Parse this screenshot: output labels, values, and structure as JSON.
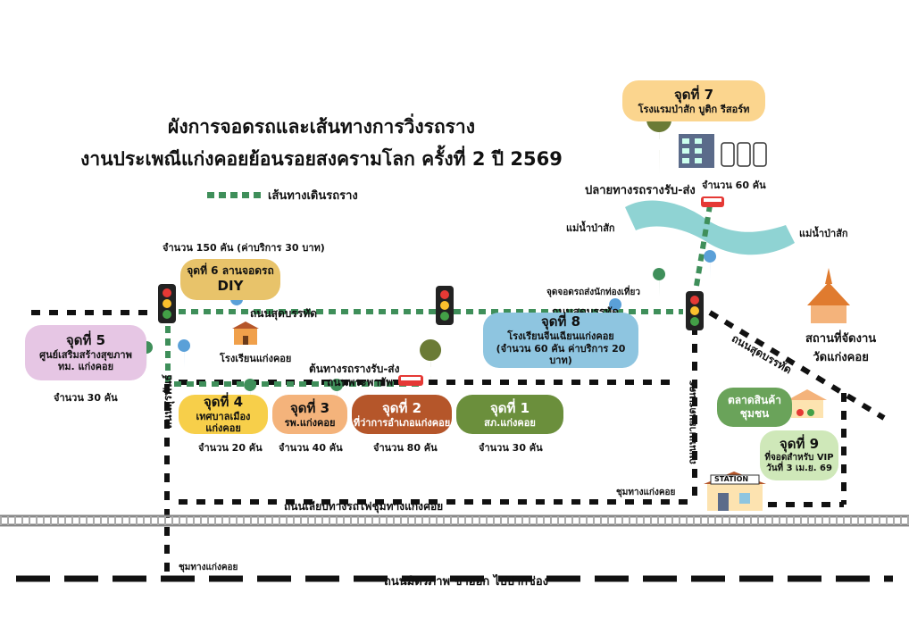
{
  "title_line1": "ผังการจอดรถและเส้นทางการวิ่งรถราง",
  "title_line2": "งานประเพณีแก่งคอยย้อนรอยสงครามโลก ครั้งที่ 2 ปี 2569",
  "legend_label": "เส้นทางเดินรถราง",
  "colors": {
    "route": "#3f8f5a",
    "road": "#111111",
    "pin": "#3f8f5a",
    "river": "#8fd3d3",
    "rail": "#888888"
  },
  "points": [
    {
      "id": "p1",
      "title": "จุดที่ 1",
      "sub": "สภ.แก่งคอย",
      "count": "จำนวน 30 คัน",
      "color": "#6b8f3c"
    },
    {
      "id": "p2",
      "title": "จุดที่ 2",
      "sub": "ที่ว่าการอำเภอแก่งคอย",
      "count": "จำนวน 80 คัน",
      "color": "#b5562a"
    },
    {
      "id": "p3",
      "title": "จุดที่ 3",
      "sub": "รพ.แก่งคอย",
      "count": "จำนวน 40 คัน",
      "color": "#f4b37b"
    },
    {
      "id": "p4",
      "title": "จุดที่ 4",
      "sub": "เทศบาลเมืองแก่งคอย",
      "count": "จำนวน 20 คัน",
      "color": "#f7cf4a"
    },
    {
      "id": "p5",
      "title": "จุดที่ 5",
      "sub": "ศูนย์เสริมสร้างสุขภาพ",
      "sub2": "ทม. แก่งคอย",
      "count": "จำนวน 30 คัน",
      "color": "#e6c6e4"
    },
    {
      "id": "p6",
      "title": "จุดที่ 6 ลานจอดรถ",
      "sub": "DIY",
      "count": "จำนวน 150 คัน (ค่าบริการ 30 บาท)",
      "color": "#e8c36a"
    },
    {
      "id": "p7",
      "title": "จุดที่ 7",
      "sub": "โรงแรมป่าสัก บูติก รีสอร์ท",
      "count": "จำนวน 60 คัน",
      "color": "#fbd58e"
    },
    {
      "id": "p8",
      "title": "จุดที่ 8",
      "sub": "โรงเรียนจีนเฉียนแก่งคอย",
      "sub2": "(จำนวน 60 คัน ค่าบริการ 20 บาท)",
      "color": "#8ec5e0"
    },
    {
      "id": "p9",
      "title": "จุดที่ 9",
      "sub": "ที่จอดสำหรับ VIP",
      "sub2": "วันที่ 3 เม.ย. 69",
      "color": "#cfe8b9"
    }
  ],
  "market": {
    "line1": "ตลาดสินค้า",
    "line2": "ชุมชน",
    "color": "#6aa35a"
  },
  "labels": {
    "terminal": "ปลายทางรถรางรับ-ส่ง",
    "tram_start": "ต้นทางรถรางรับ-ส่ง",
    "tourist_drop": "จุดจอดรถส่งนักท่องเที่ยว",
    "school": "โรงเรียนแก่งคอย",
    "venue_line1": "สถานที่จัดงาน",
    "venue_line2": "วัดแก่งคอย",
    "river_left": "แม่น้ำป่าสัก",
    "river_right": "แม่น้ำป่าสัก",
    "junction": "ชุมทางแก่งคอย",
    "junction_bottom": "ชุมทางแก่งคอย",
    "station_sign": "STATION"
  },
  "roads": {
    "sudbanthad_left": "ถนนสุดบรรทัด",
    "sudbanthad_mid": "ถนนสุดบรรทัด",
    "sudbanthad_diag": "ถนนสุดบรรทัด",
    "phraputtabat": "ถนนพระพายัพ",
    "suraphan": "ถนนสุรพันธ์",
    "right_vertical": "ถนนนบายนตรเนตร",
    "railside": "ถนนเลียบทางรถไฟชุมทางแก่งคอย",
    "mittraphap": "ถนนมิตรภาพ ขาออก ไปปากช่อง"
  }
}
